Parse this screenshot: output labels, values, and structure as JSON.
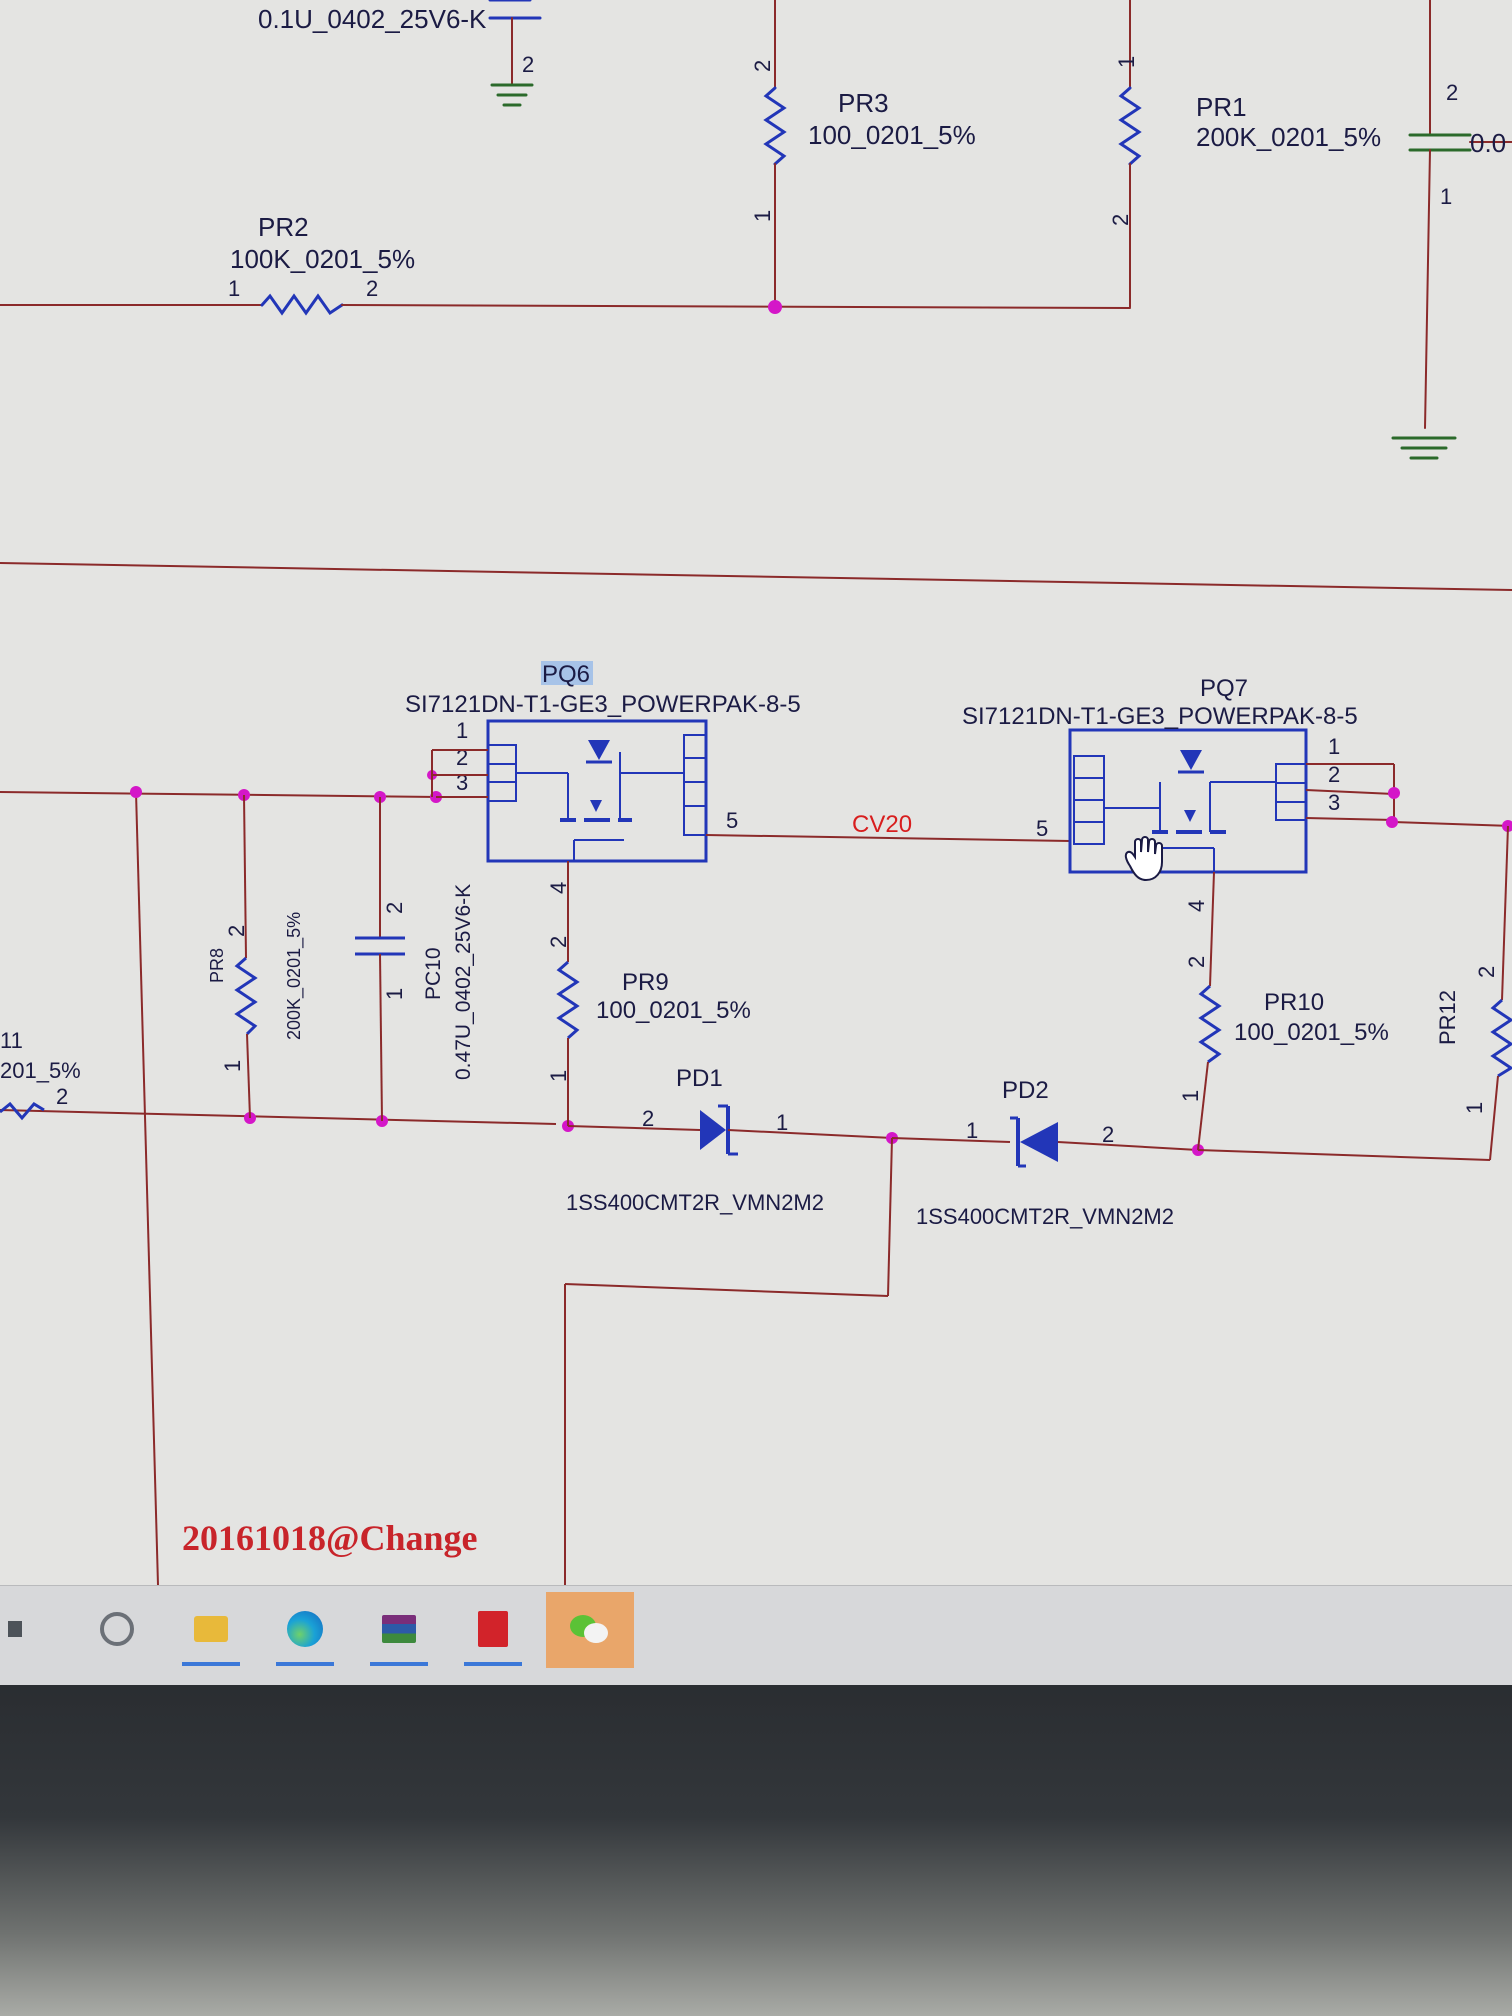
{
  "schematic": {
    "top": {
      "cap_label": "0.1U_0402_25V6-K",
      "cap_pin": "2",
      "pr2": {
        "ref": "PR2",
        "value": "100K_0201_5%",
        "pin1": "1",
        "pin2": "2"
      },
      "pr3": {
        "ref": "PR3",
        "value": "100_0201_5%",
        "pin_top": "2",
        "pin_bottom": "1"
      },
      "pr1": {
        "ref": "PR1",
        "value": "200K_0201_5%",
        "pin_top": "1",
        "pin_bottom": "2"
      },
      "right_cap": {
        "value": "0.0",
        "pin_top": "2",
        "pin_bottom": "1"
      }
    },
    "bottom": {
      "pq6": {
        "ref": "PQ6",
        "part": "SI7121DN-T1-GE3_POWERPAK-8-5",
        "pins": [
          "1",
          "2",
          "3"
        ],
        "pin5": "5",
        "pin4": "4"
      },
      "pq7": {
        "ref": "PQ7",
        "part": "SI7121DN-T1-GE3_POWERPAK-8-5",
        "pins": [
          "1",
          "2",
          "3"
        ],
        "pin5": "5",
        "pin4": "4"
      },
      "net_label": "CV20",
      "pr8": {
        "ref": "PR8",
        "value": "200K_0201_5%",
        "pin1": "1",
        "pin2": "2"
      },
      "pc10": {
        "ref": "PC10",
        "value": "0.47U_0402_25V6-K",
        "pin1": "1",
        "pin2": "2"
      },
      "pr9": {
        "ref": "PR9",
        "value": "100_0201_5%",
        "pin1": "1",
        "pin2": "2"
      },
      "pr10": {
        "ref": "PR10",
        "value": "100_0201_5%",
        "pin1": "1",
        "pin2": "2"
      },
      "pr12": {
        "ref": "PR12",
        "pin1": "1",
        "pin2": "2"
      },
      "pd1": {
        "ref": "PD1",
        "part": "1SS400CMT2R_VMN2M2",
        "pin1": "1",
        "pin2": "2"
      },
      "pd2": {
        "ref": "PD2",
        "part": "1SS400CMT2R_VMN2M2",
        "pin1": "1",
        "pin2": "2"
      },
      "left_partial": {
        "ref": "11",
        "value": "201_5%",
        "pin": "2"
      },
      "change_note": "20161018@Change"
    }
  },
  "taskbar": {
    "icons": [
      "search-icon",
      "file-explorer-icon",
      "edge-browser-icon",
      "archive-app-icon",
      "pdf-reader-icon",
      "wechat-icon"
    ]
  },
  "colors": {
    "screen_bg": "#e4e4e2",
    "wire": "#8b2a2a",
    "component": "#2236b8",
    "junction": "#d417c8",
    "net_label": "#d81e1e",
    "highlight": "#a7c3e8"
  }
}
